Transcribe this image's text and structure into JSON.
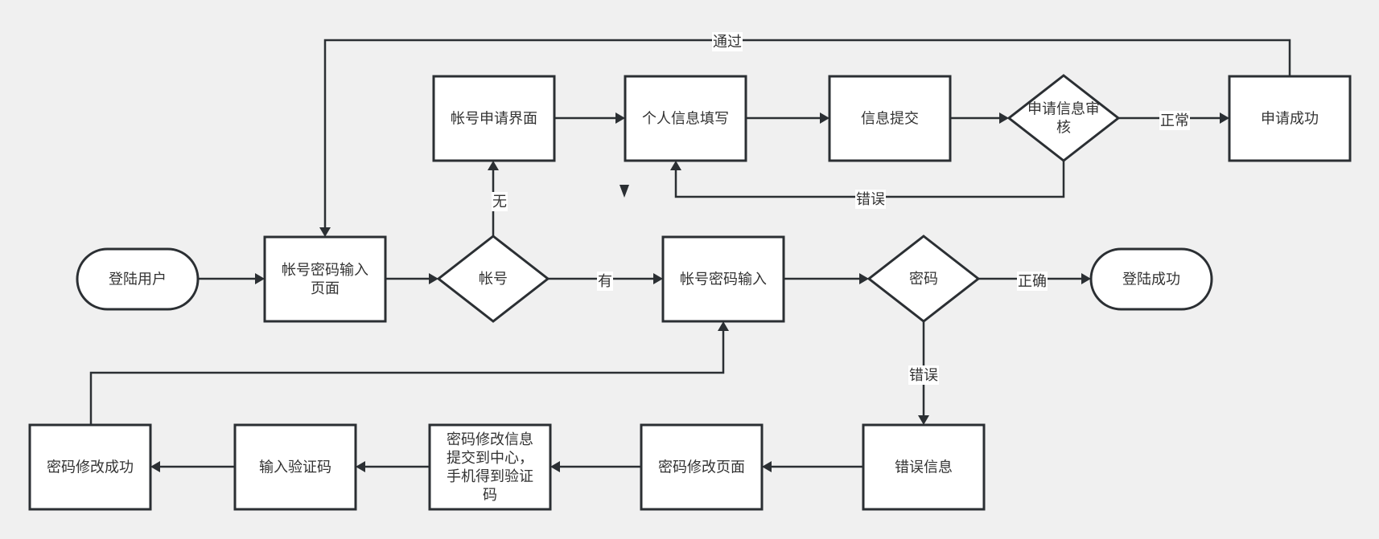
{
  "diagram": {
    "type": "flowchart",
    "colors": {
      "background": "#f0f0f0",
      "stroke": "#2b2f33",
      "fill": "#ffffff",
      "text": "#333333"
    },
    "nodes": [
      {
        "id": "login_user",
        "shape": "terminator",
        "lines": [
          "登陆用户"
        ]
      },
      {
        "id": "account_pw_page",
        "shape": "process",
        "lines": [
          "帐号密码输入",
          "页面"
        ]
      },
      {
        "id": "account_decision",
        "shape": "decision",
        "lines": [
          "帐号"
        ]
      },
      {
        "id": "apply_page",
        "shape": "process",
        "lines": [
          "帐号申请界面"
        ]
      },
      {
        "id": "personal_info",
        "shape": "process",
        "lines": [
          "个人信息填写"
        ]
      },
      {
        "id": "info_submit",
        "shape": "process",
        "lines": [
          "信息提交"
        ]
      },
      {
        "id": "apply_review",
        "shape": "decision",
        "lines": [
          "申请信息审",
          "核"
        ]
      },
      {
        "id": "apply_success",
        "shape": "process",
        "lines": [
          "申请成功"
        ]
      },
      {
        "id": "account_pw_input",
        "shape": "process",
        "lines": [
          "帐号密码输入"
        ]
      },
      {
        "id": "password_decision",
        "shape": "decision",
        "lines": [
          "密码"
        ]
      },
      {
        "id": "login_success",
        "shape": "terminator",
        "lines": [
          "登陆成功"
        ]
      },
      {
        "id": "error_info",
        "shape": "process",
        "lines": [
          "错误信息"
        ]
      },
      {
        "id": "pw_change_page",
        "shape": "process",
        "lines": [
          "密码修改页面"
        ]
      },
      {
        "id": "pw_change_submit",
        "shape": "process",
        "lines": [
          "密码修改信息",
          "提交到中心，",
          "手机得到验证",
          "码"
        ]
      },
      {
        "id": "input_code",
        "shape": "process",
        "lines": [
          "输入验证码"
        ]
      },
      {
        "id": "pw_change_success",
        "shape": "process",
        "lines": [
          "密码修改成功"
        ]
      }
    ],
    "edges": [
      {
        "from": "login_user",
        "to": "account_pw_page",
        "label": ""
      },
      {
        "from": "account_pw_page",
        "to": "account_decision",
        "label": ""
      },
      {
        "from": "account_decision",
        "to": "apply_page",
        "label": "无"
      },
      {
        "from": "account_decision",
        "to": "account_pw_input",
        "label": "有"
      },
      {
        "from": "apply_page",
        "to": "personal_info",
        "label": ""
      },
      {
        "from": "personal_info",
        "to": "info_submit",
        "label": ""
      },
      {
        "from": "info_submit",
        "to": "apply_review",
        "label": ""
      },
      {
        "from": "apply_review",
        "to": "apply_success",
        "label": "正常"
      },
      {
        "from": "apply_review",
        "to": "personal_info",
        "label": "错误"
      },
      {
        "from": "apply_success",
        "to": "account_pw_page",
        "label": "通过"
      },
      {
        "from": "account_pw_input",
        "to": "password_decision",
        "label": ""
      },
      {
        "from": "password_decision",
        "to": "login_success",
        "label": "正确"
      },
      {
        "from": "password_decision",
        "to": "error_info",
        "label": "错误"
      },
      {
        "from": "error_info",
        "to": "pw_change_page",
        "label": ""
      },
      {
        "from": "pw_change_page",
        "to": "pw_change_submit",
        "label": ""
      },
      {
        "from": "pw_change_submit",
        "to": "input_code",
        "label": ""
      },
      {
        "from": "input_code",
        "to": "pw_change_success",
        "label": ""
      },
      {
        "from": "pw_change_success",
        "to": "account_pw_input",
        "label": ""
      }
    ]
  }
}
